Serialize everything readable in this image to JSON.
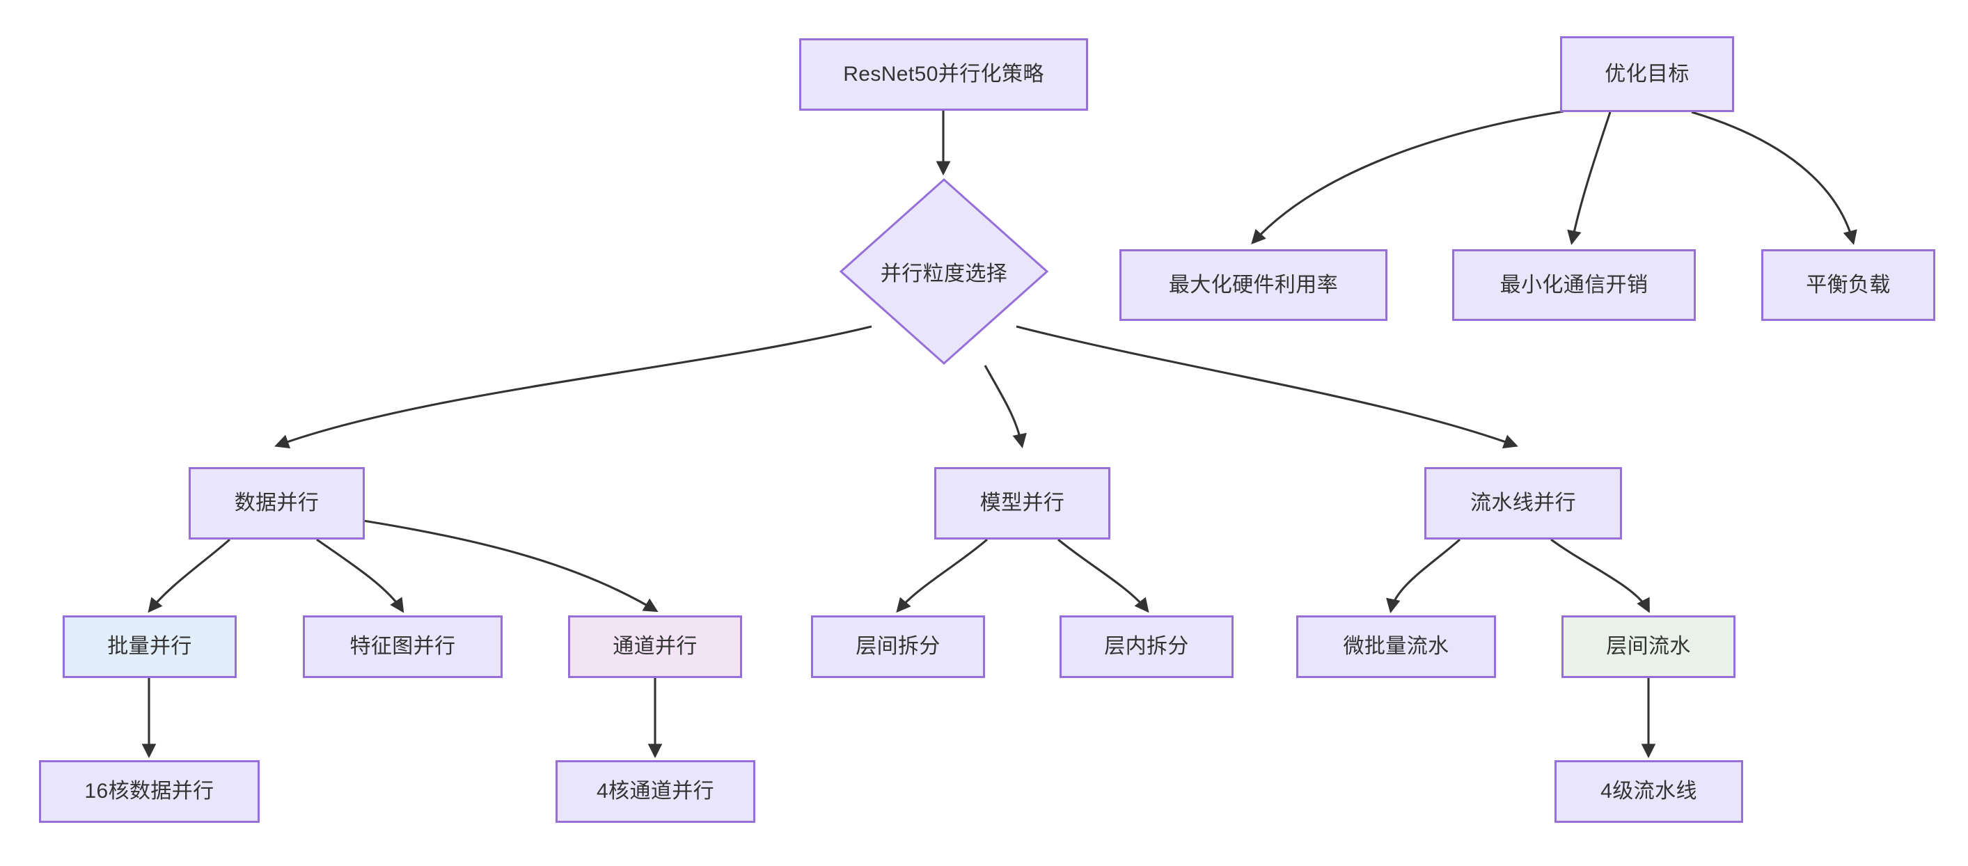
{
  "diagram": {
    "kind": "flowchart",
    "direction": "top-down",
    "title": "ResNet50并行化策略",
    "theme": {
      "node_fill_default": "#e9e6fb",
      "node_fill_blue": "#e2effa",
      "node_fill_pink": "#f2e4f5",
      "node_fill_green": "#e8f2e8",
      "node_border": "#9670d8",
      "edge_stroke": "#333333",
      "text_color": "#333333",
      "background": "#ffffff"
    }
  },
  "nodes": [
    {
      "id": "root",
      "label": "ResNet50并行化策略",
      "shape": "rect",
      "fill": "purple"
    },
    {
      "id": "granularity",
      "label": "并行粒度选择",
      "shape": "diamond",
      "fill": "purple"
    },
    {
      "id": "goals",
      "label": "优化目标",
      "shape": "rect",
      "fill": "purple"
    },
    {
      "id": "goal_hw",
      "label": "最大化硬件利用率",
      "shape": "rect",
      "fill": "purple"
    },
    {
      "id": "goal_comm",
      "label": "最小化通信开销",
      "shape": "rect",
      "fill": "purple"
    },
    {
      "id": "goal_load",
      "label": "平衡负载",
      "shape": "rect",
      "fill": "purple"
    },
    {
      "id": "data_par",
      "label": "数据并行",
      "shape": "rect",
      "fill": "purple"
    },
    {
      "id": "model_par",
      "label": "模型并行",
      "shape": "rect",
      "fill": "purple"
    },
    {
      "id": "pipe_par",
      "label": "流水线并行",
      "shape": "rect",
      "fill": "purple"
    },
    {
      "id": "batch_par",
      "label": "批量并行",
      "shape": "rect",
      "fill": "blue"
    },
    {
      "id": "fmap_par",
      "label": "特征图并行",
      "shape": "rect",
      "fill": "purple"
    },
    {
      "id": "chan_par",
      "label": "通道并行",
      "shape": "rect",
      "fill": "pink"
    },
    {
      "id": "inter_split",
      "label": "层间拆分",
      "shape": "rect",
      "fill": "purple"
    },
    {
      "id": "intra_split",
      "label": "层内拆分",
      "shape": "rect",
      "fill": "purple"
    },
    {
      "id": "micro_pipe",
      "label": "微批量流水",
      "shape": "rect",
      "fill": "purple"
    },
    {
      "id": "inter_pipe",
      "label": "层间流水",
      "shape": "rect",
      "fill": "green"
    },
    {
      "id": "leaf_16core",
      "label": "16核数据并行",
      "shape": "rect",
      "fill": "purple"
    },
    {
      "id": "leaf_4chan",
      "label": "4核通道并行",
      "shape": "rect",
      "fill": "purple"
    },
    {
      "id": "leaf_4stage",
      "label": "4级流水线",
      "shape": "rect",
      "fill": "purple"
    }
  ],
  "edges": [
    {
      "from": "root",
      "to": "granularity"
    },
    {
      "from": "granularity",
      "to": "data_par"
    },
    {
      "from": "granularity",
      "to": "model_par"
    },
    {
      "from": "granularity",
      "to": "pipe_par"
    },
    {
      "from": "goals",
      "to": "goal_hw"
    },
    {
      "from": "goals",
      "to": "goal_comm"
    },
    {
      "from": "goals",
      "to": "goal_load"
    },
    {
      "from": "data_par",
      "to": "batch_par"
    },
    {
      "from": "data_par",
      "to": "fmap_par"
    },
    {
      "from": "data_par",
      "to": "chan_par"
    },
    {
      "from": "model_par",
      "to": "inter_split"
    },
    {
      "from": "model_par",
      "to": "intra_split"
    },
    {
      "from": "pipe_par",
      "to": "micro_pipe"
    },
    {
      "from": "pipe_par",
      "to": "inter_pipe"
    },
    {
      "from": "batch_par",
      "to": "leaf_16core"
    },
    {
      "from": "chan_par",
      "to": "leaf_4chan"
    },
    {
      "from": "inter_pipe",
      "to": "leaf_4stage"
    }
  ]
}
